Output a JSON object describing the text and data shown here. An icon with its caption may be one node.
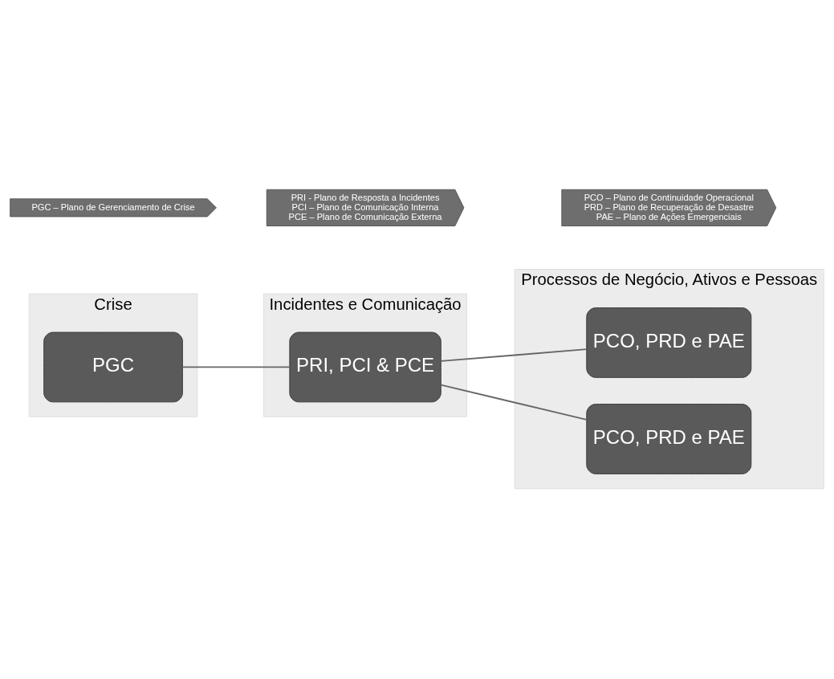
{
  "diagram": {
    "nodes": [
      {
        "text": [
          "Crise"
        ]
      },
      {
        "text": [
          "PGC"
        ],
        "in": 0
      },
      {
        "text": [
          "Incidentes e Comunicação"
        ]
      },
      {
        "text": [
          "PRI, PCI & PCE"
        ],
        "in": 2
      },
      {
        "text": [
          "Processos de Negócio, Ativos e Pessoas"
        ]
      },
      {
        "text": [
          "PCO, PRD e PAE"
        ],
        "in": 4
      },
      {
        "text": [
          "PCO, PRD e PAE"
        ],
        "in": 4
      },
      {
        "text": [
          "PGC – Plano de Gerenciamento de Crise"
        ]
      },
      {
        "text": [
          "PRI - Plano de Resposta a Incidentes",
          "PCI – Plano de Comunicação Interna",
          "PCE – Plano de Comunicação Externa"
        ]
      },
      {
        "text": [
          "PCO – Plano de Continuidade Operacional",
          "PRD – Plano de Recuperação de Desastre",
          "PAE – Plano de Ações Emergenciais"
        ]
      }
    ],
    "edges": [
      {
        "from": 1,
        "to": 3,
        "arrow": "none"
      },
      {
        "from": 3,
        "to": 5,
        "arrow": "none"
      },
      {
        "from": 3,
        "to": 6,
        "arrow": "none"
      }
    ]
  }
}
